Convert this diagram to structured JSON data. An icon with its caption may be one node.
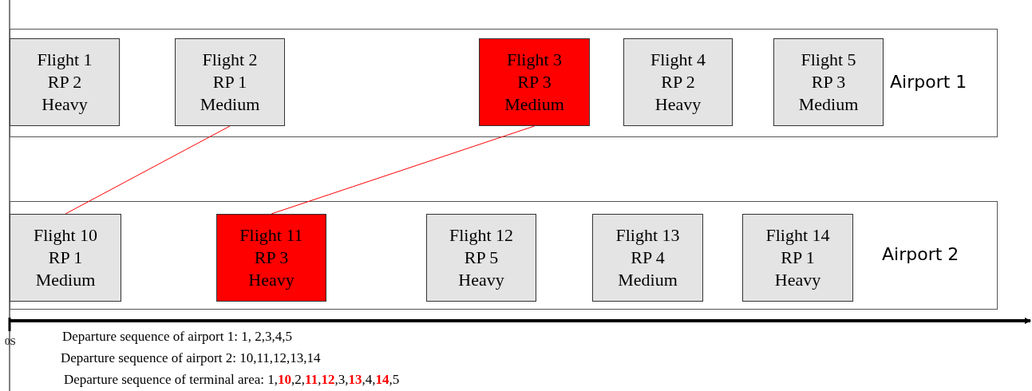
{
  "diagram": {
    "nodes": [
      {
        "text": [
          "Airport 1"
        ]
      },
      {
        "text": [
          "Flight 1",
          "RP 2",
          "Heavy"
        ],
        "in": 0
      },
      {
        "text": [
          "Flight 2",
          "RP 1",
          "Medium"
        ],
        "in": 0
      },
      {
        "text": [
          "Flight 3",
          "RP 3",
          "Medium"
        ],
        "in": 0
      },
      {
        "text": [
          "Flight 4",
          "RP 2",
          "Heavy"
        ],
        "in": 0
      },
      {
        "text": [
          "Flight 5",
          "RP 3",
          "Medium"
        ],
        "in": 0
      },
      {
        "text": [
          "Airport 2"
        ]
      },
      {
        "text": [
          "Flight 10",
          "RP 1",
          "Medium"
        ],
        "in": 6
      },
      {
        "text": [
          "Flight 11",
          "RP 3",
          "Heavy"
        ],
        "in": 6
      },
      {
        "text": [
          "Flight 12",
          "RP 5",
          "Heavy"
        ],
        "in": 6
      },
      {
        "text": [
          "Flight 13",
          "RP 4",
          "Medium"
        ],
        "in": 6
      },
      {
        "text": [
          "Flight 14",
          "RP 1",
          "Heavy"
        ],
        "in": 6
      }
    ],
    "edges": [
      {
        "from": 2,
        "to": 7,
        "arrow": "none",
        "color": "#ff0000"
      },
      {
        "from": 3,
        "to": 8,
        "arrow": "none",
        "color": "#ff0000"
      }
    ],
    "labels": [
      "0S",
      "Departure sequence of airport 1:  1, 2,3,4,5",
      "Departure sequence of airport 2:  10,11,12,13,14",
      "Departure sequence of terminal area:  1,**10**,2,**11**,**12**,3,**13**,4,**14**,5"
    ]
  }
}
